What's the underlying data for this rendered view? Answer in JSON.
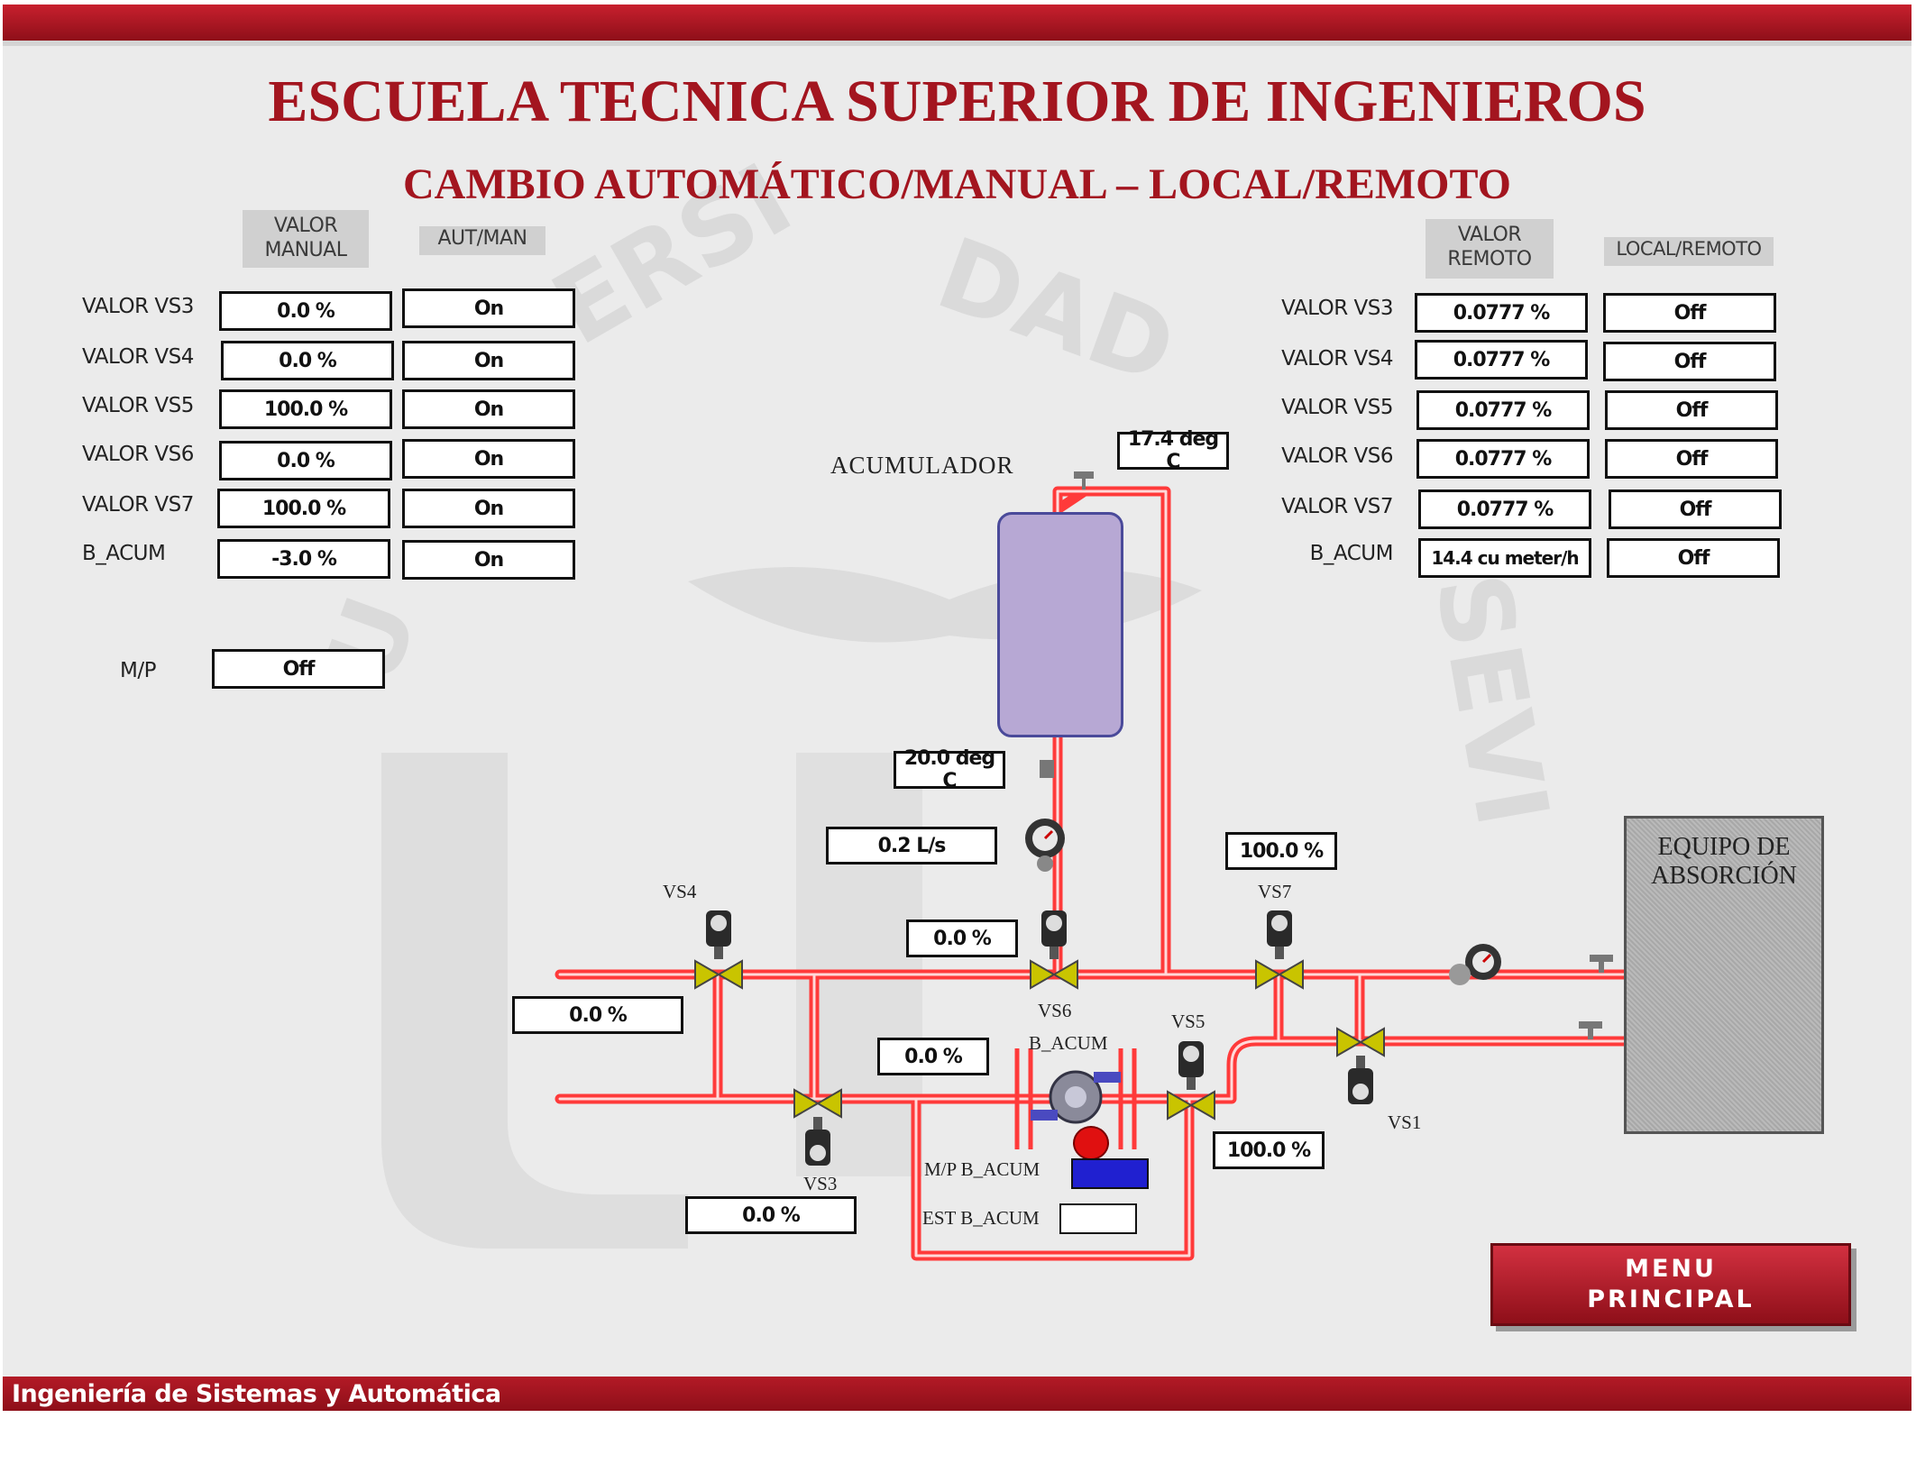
{
  "header": {
    "title": "ESCUELA TECNICA SUPERIOR DE INGENIEROS",
    "subtitle": "CAMBIO AUTOMÁTICO/MANUAL – LOCAL/REMOTO"
  },
  "left_panel": {
    "col_valor_line1": "VALOR",
    "col_valor_line2": "MANUAL",
    "col_mode": "AUT/MAN",
    "rows": [
      {
        "label": "VALOR VS3",
        "value": "0.0 %",
        "mode": "On"
      },
      {
        "label": "VALOR VS4",
        "value": "0.0 %",
        "mode": "On"
      },
      {
        "label": "VALOR VS5",
        "value": "100.0 %",
        "mode": "On"
      },
      {
        "label": "VALOR VS6",
        "value": "0.0 %",
        "mode": "On"
      },
      {
        "label": "VALOR VS7",
        "value": "100.0 %",
        "mode": "On"
      },
      {
        "label": "B_ACUM",
        "value": "-3.0 %",
        "mode": "On"
      }
    ],
    "mp_label": "M/P",
    "mp_value": "Off"
  },
  "right_panel": {
    "col_valor_line1": "VALOR",
    "col_valor_line2": "REMOTO",
    "col_mode": "LOCAL/REMOTO",
    "rows": [
      {
        "label": "VALOR VS3",
        "value": "0.0777 %",
        "mode": "Off"
      },
      {
        "label": "VALOR VS4",
        "value": "0.0777 %",
        "mode": "Off"
      },
      {
        "label": "VALOR VS5",
        "value": "0.0777 %",
        "mode": "Off"
      },
      {
        "label": "VALOR VS6",
        "value": "0.0777 %",
        "mode": "Off"
      },
      {
        "label": "VALOR VS7",
        "value": "0.0777 %",
        "mode": "Off"
      },
      {
        "label": "B_ACUM",
        "value": "14.4 cu meter/h",
        "mode": "Off"
      }
    ]
  },
  "diagram": {
    "acumulador_label": "ACUMULADOR",
    "temp_top": "17.4 deg C",
    "temp_bottom": "20.0 deg C",
    "flow": "0.2 L/s",
    "vs6_value": "0.0 %",
    "vs7_value": "100.0 %",
    "vs4_value": "0.0 %",
    "bacum_value": "0.0 %",
    "vs3_value": "0.0 %",
    "vs5_value": "100.0 %",
    "vs3_label": "VS3",
    "vs4_label": "VS4",
    "vs5_label": "VS5",
    "vs6_label": "VS6",
    "vs7_label": "VS7",
    "vs1_label": "VS1",
    "bacum_label": "B_ACUM",
    "mp_bacum_label": "M/P B_ACUM",
    "est_bacum_label": "EST B_ACUM",
    "est_bacum_value": "",
    "equipo_line1": "EQUIPO DE",
    "equipo_line2": "ABSORCIÓN",
    "colors": {
      "pipe": "#ff3a3a",
      "tank": "#b7a8d4",
      "pump_indicator": "#e01010",
      "mp_indicator": "#2020d0"
    }
  },
  "menu_button": {
    "line1": "MENU",
    "line2": "PRINCIPAL"
  },
  "footer": {
    "text": "Ingeniería de Sistemas y Automática"
  }
}
